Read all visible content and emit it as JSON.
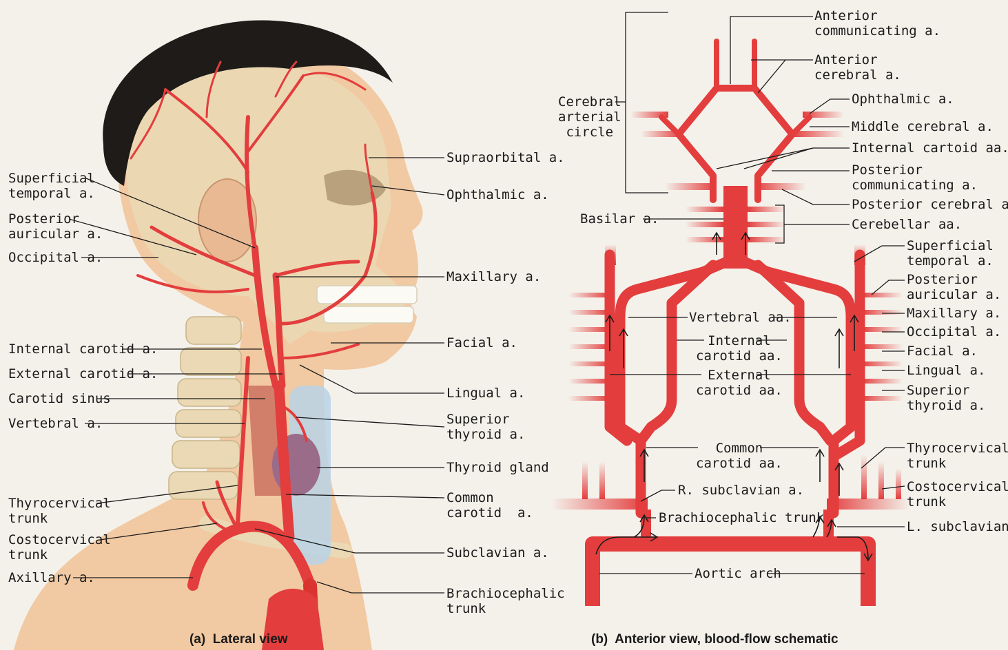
{
  "colors": {
    "artery": "#e33d3d",
    "artery_dark": "#c22a2a",
    "background": "#f4f1ea",
    "skin": "#f1c9a2",
    "bone": "#ead9b4",
    "hair": "#1e1b19",
    "thyroid": "#9b6b8a",
    "cartilage": "#b9d3e8",
    "muscle": "#c96b5c"
  },
  "lateral_view": {
    "caption": "(a)  Lateral view",
    "labels": {
      "superficial_temporal": "Superficial\ntemporal a.",
      "posterior_auricular": "Posterior\nauricular a.",
      "occipital": "Occipital a.",
      "internal_carotid": "Internal carotid a.",
      "external_carotid": "External carotid a.",
      "carotid_sinus": "Carotid sinus",
      "vertebral": "Vertebral a.",
      "thyrocervical": "Thyrocervical\ntrunk",
      "costocervical": "Costocervical\ntrunk",
      "axillary": "Axillary a.",
      "supraorbital": "Supraorbital a.",
      "ophthalmic": "Ophthalmic a.",
      "maxillary": "Maxillary a.",
      "facial": "Facial a.",
      "lingual": "Lingual a.",
      "superior_thyroid": "Superior\nthyroid a.",
      "thyroid_gland": "Thyroid gland",
      "common_carotid": "Common\ncarotid  a.",
      "subclavian": "Subclavian a.",
      "brachiocephalic": "Brachiocephalic\ntrunk"
    }
  },
  "anterior_view": {
    "caption": "(b)  Anterior view, blood-flow schematic",
    "labels": {
      "anterior_communicating": "Anterior\ncommunicating a.",
      "anterior_cerebral": "Anterior\ncerebral a.",
      "ophthalmic": "Ophthalmic a.",
      "middle_cerebral": "Middle cerebral a.",
      "internal_cartoid_aa": "Internal cartoid aa.",
      "posterior_communicating": "Posterior\ncommunicating a.",
      "posterior_cerebral": "Posterior cerebral a.",
      "cerebellar": "Cerebellar aa.",
      "cerebral_arterial_circle": "Cerebral\narterial\ncircle",
      "basilar": "Basilar a.",
      "superficial_temporal": "Superficial\ntemporal a.",
      "posterior_auricular": "Posterior\nauricular a.",
      "maxillary": "Maxillary a.",
      "occipital": "Occipital a.",
      "facial": "Facial a.",
      "lingual": "Lingual a.",
      "superior_thyroid": "Superior\nthyroid a.",
      "vertebral_aa": "Vertebral aa.",
      "internal_carotid_aa": "Internal\ncarotid aa.",
      "external_carotid_aa": "External\ncarotid aa.",
      "common_carotid_aa": "Common\ncarotid aa.",
      "thyrocervical": "Thyrocervical\ntrunk",
      "costocervical": "Costocervical\ntrunk",
      "r_subclavian": "R. subclavian a.",
      "brachiocephalic": "Brachiocephalic trunk",
      "l_subclavian": "L. subclavian a.",
      "aortic_arch": "Aortic arch"
    }
  }
}
